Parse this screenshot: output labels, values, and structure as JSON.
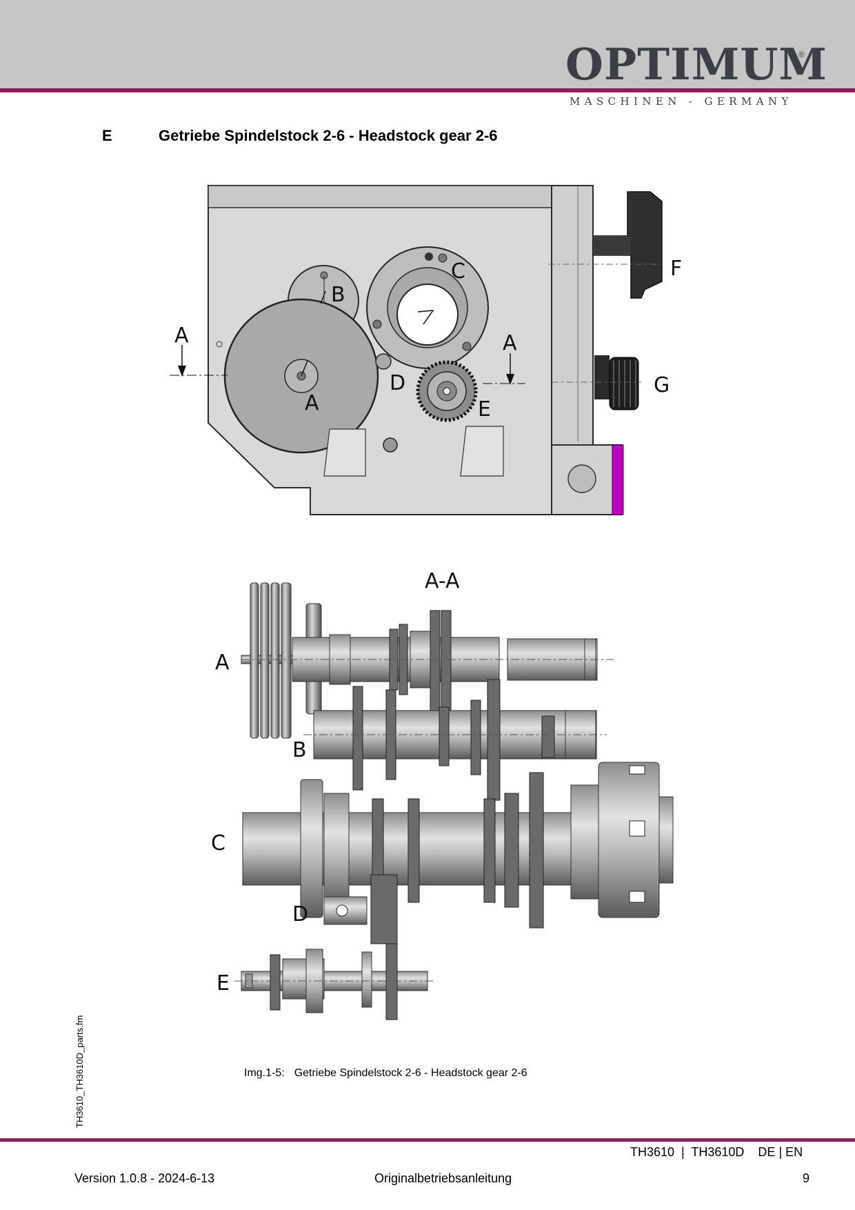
{
  "header": {
    "brand": "OPTIMUM",
    "registered_mark": "®",
    "tagline": "MASCHINEN - GERMANY"
  },
  "section": {
    "letter": "E",
    "title": "Getriebe Spindelstock 2-6 - Headstock gear 2-6"
  },
  "figure_top": {
    "labels": [
      "A",
      "B",
      "C",
      "D",
      "E",
      "F",
      "G"
    ],
    "section_marks": [
      "A",
      "A"
    ]
  },
  "figure_bottom": {
    "section_title": "A-A",
    "labels": [
      "A",
      "B",
      "C",
      "D",
      "E"
    ]
  },
  "caption": {
    "ref": "Img.1-5:",
    "text": "Getriebe Spindelstock 2-6 - Headstock gear 2-6"
  },
  "sidebar_filename": "TH3610_TH3610D_parts.fm",
  "footer": {
    "models": "TH3610  |  TH3610D    DE | EN",
    "version": "Version 1.0.8 - 2024-6-13",
    "doc_type": "Originalbetriebsanleitung",
    "page": "9"
  }
}
